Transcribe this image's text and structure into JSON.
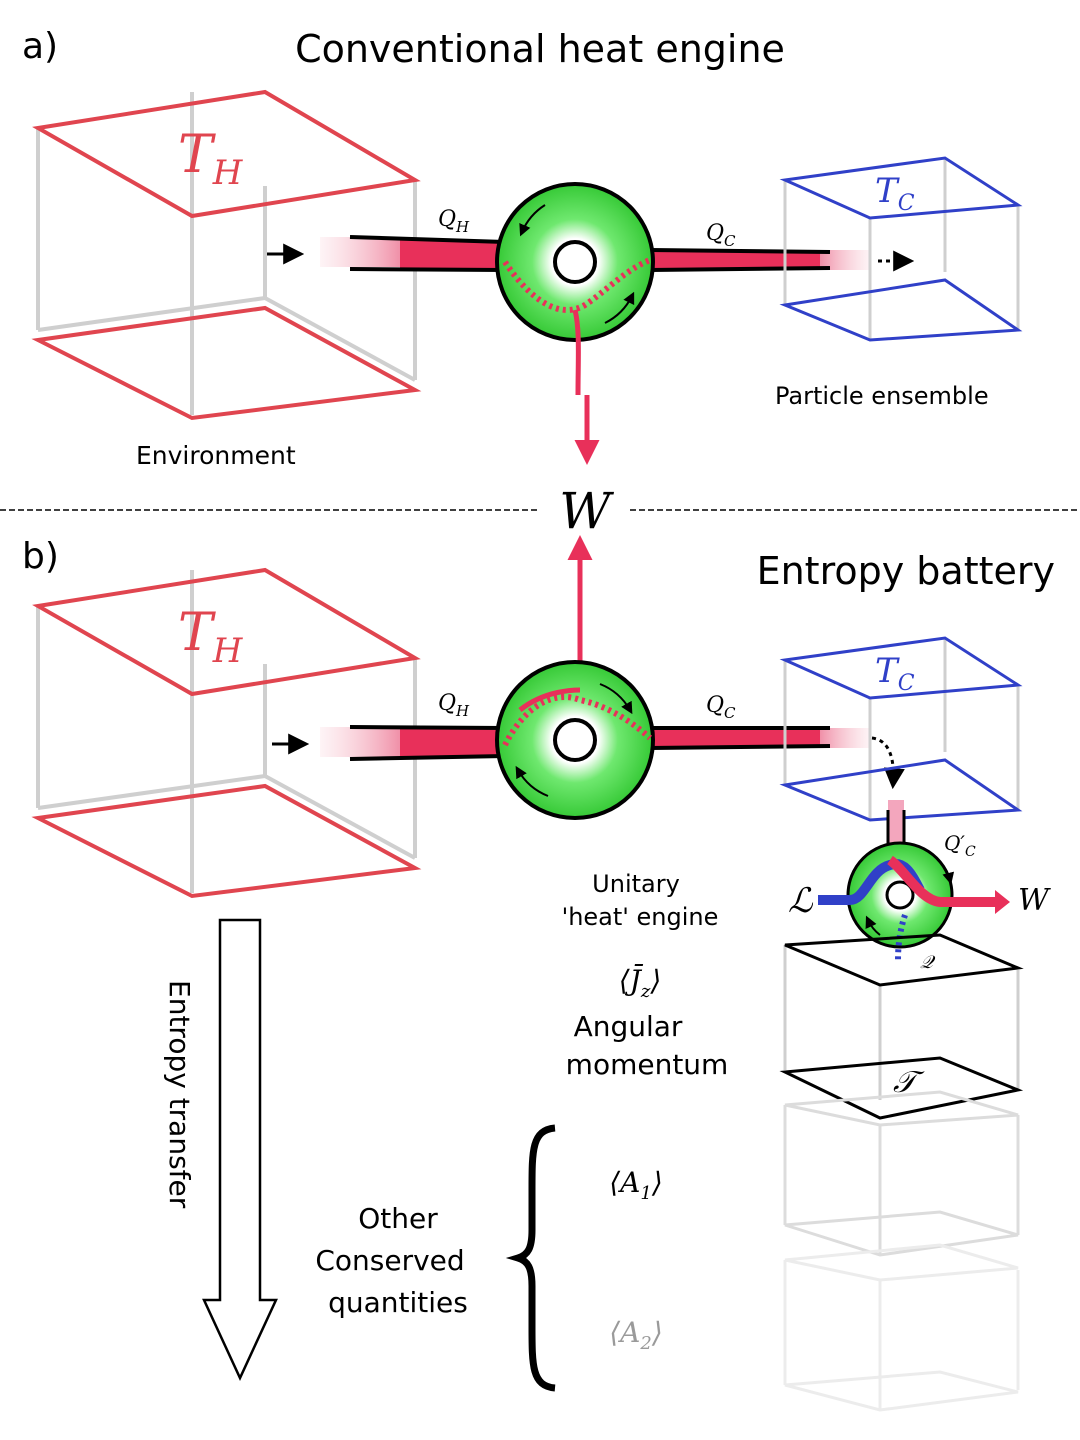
{
  "panel_a": {
    "label": "a)",
    "title": "Conventional heat engine",
    "hot_reservoir": "T",
    "hot_reservoir_sub": "H",
    "cold_reservoir": "T",
    "cold_reservoir_sub": "C",
    "heat_in": "Q",
    "heat_in_sub": "H",
    "heat_out": "Q",
    "heat_out_sub": "C",
    "environment_label": "Environment",
    "ensemble_label": "Particle ensemble"
  },
  "work_label": "W",
  "panel_b": {
    "label": "b)",
    "title": "Entropy battery",
    "hot_reservoir": "T",
    "hot_reservoir_sub": "H",
    "cold_reservoir": "T",
    "cold_reservoir_sub": "C",
    "heat_in": "Q",
    "heat_in_sub": "H",
    "heat_out": "Q",
    "heat_out_sub": "C",
    "q_prime": "Q′",
    "q_prime_sub": "C",
    "l_symbol": "ℒ",
    "w_symbol": "W",
    "q_script": "𝒬",
    "t_script": "𝒯",
    "unitary_line1": "Unitary",
    "unitary_line2": "'heat' engine",
    "jz_expr": "⟨J̄",
    "jz_sub": "z",
    "jz_close": "⟩",
    "angular_line1": "Angular",
    "angular_line2": "momentum",
    "entropy_transfer": "Entropy transfer",
    "other_line1": "Other",
    "other_line2": "Conserved",
    "other_line3": "quantities",
    "a1_open": "⟨A",
    "a1_sub": "1",
    "a1_close": "⟩",
    "a2_open": "⟨A",
    "a2_sub": "2",
    "a2_close": "⟩"
  },
  "colors": {
    "hot": "#e0454f",
    "cold": "#3040c8",
    "work": "#e8305a",
    "engine": "#3fd63f",
    "box": "#cfcfcf"
  }
}
